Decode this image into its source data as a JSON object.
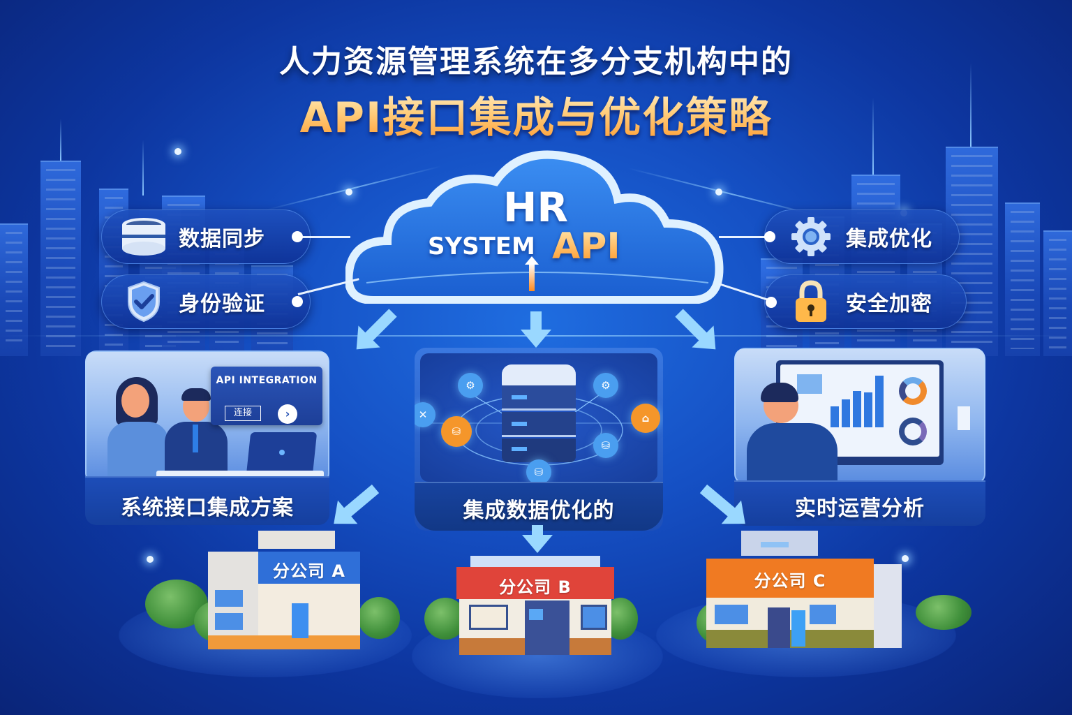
{
  "title": {
    "line1": "人力资源管理系统在多分支机构中的",
    "line2": "API接口集成与优化策略"
  },
  "cloud": {
    "hr": "HR",
    "system": "SYSTEM",
    "api": "API",
    "icon": "upload-arrow-icon"
  },
  "left_features": [
    {
      "label": "数据同步",
      "icon": "database-icon"
    },
    {
      "label": "身份验证",
      "icon": "shield-check-icon"
    }
  ],
  "right_features": [
    {
      "label": "集成优化",
      "icon": "gear-icon"
    },
    {
      "label": "安全加密",
      "icon": "padlock-icon"
    }
  ],
  "panels": [
    {
      "caption": "系统接口集成方案",
      "board_title": "API INTEGRATION",
      "board_button": "连接",
      "board_go": "›",
      "scene": "two-people-at-laptop-illustration"
    },
    {
      "caption": "集成数据优化的",
      "scene": "central-server-network-illustration",
      "nodes": [
        "⚙",
        "✕",
        "⛁",
        "⌂",
        "⚙",
        "⛁",
        "⛁"
      ]
    },
    {
      "caption": "实时运营分析",
      "scene": "analyst-at-dashboard-illustration"
    }
  ],
  "branches": [
    {
      "label": "分公司 A",
      "sign_color": "#2f6fd8"
    },
    {
      "label": "分公司 B",
      "sign_color": "#e0443a"
    },
    {
      "label": "分公司 C",
      "sign_color": "#f07a22"
    }
  ],
  "colors": {
    "background": "#1550c4",
    "accent_orange": "#ff9a2e",
    "arrow": "#9ad8ff"
  }
}
